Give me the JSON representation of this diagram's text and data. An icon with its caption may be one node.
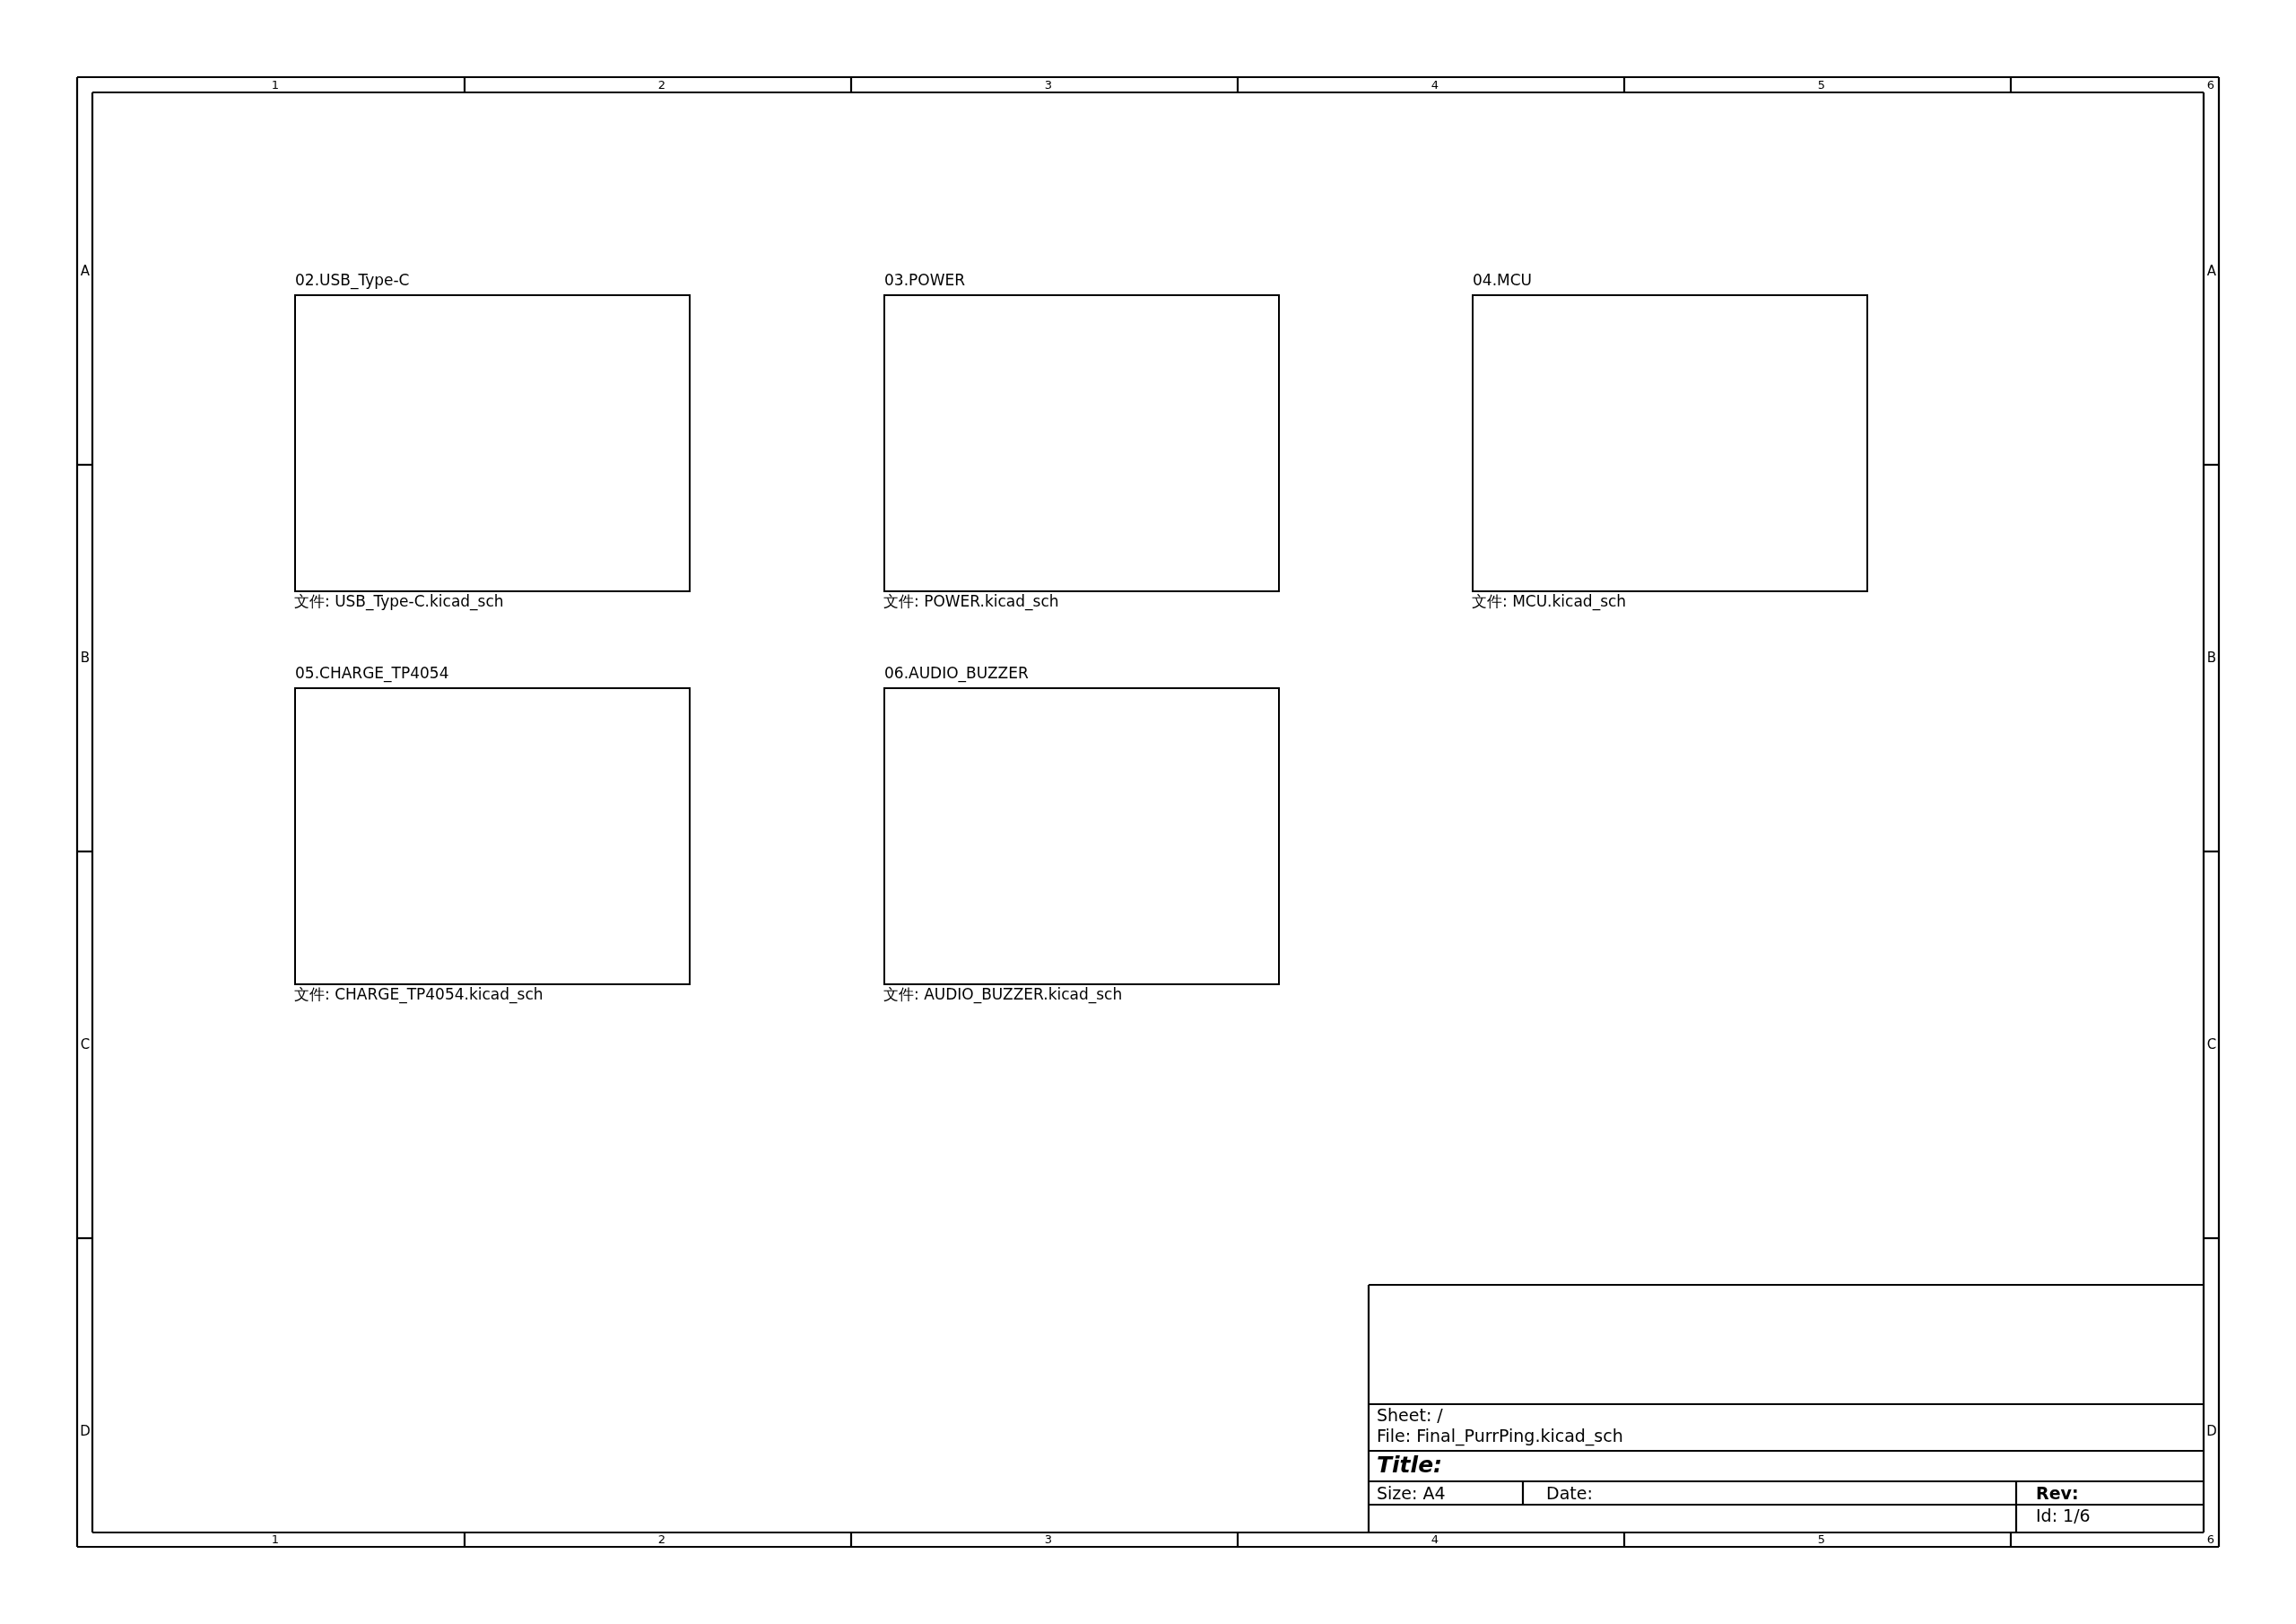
{
  "diagram": {
    "nodes": [
      {
        "text": [
          "02.USB_Type-C",
          "文件: USB_Type-C.kicad_sch"
        ]
      },
      {
        "text": [
          "03.POWER",
          "文件: POWER.kicad_sch"
        ]
      },
      {
        "text": [
          "04.MCU",
          "文件: MCU.kicad_sch"
        ]
      },
      {
        "text": [
          "05.CHARGE_TP4054",
          "文件: CHARGE_TP4054.kicad_sch"
        ]
      },
      {
        "text": [
          "06.AUDIO_BUZZER",
          "文件: AUDIO_BUZZER.kicad_sch"
        ]
      }
    ],
    "labels": [
      "1",
      "2",
      "3",
      "4",
      "5",
      "6",
      "A",
      "A",
      "B",
      "B",
      "C",
      "C",
      "D",
      "D",
      "Sheet: /",
      "File: Final_PurrPing.kicad_sch",
      "Title:",
      "Size: A4",
      "Date:",
      "Rev:",
      "Id: 1/6",
      "1",
      "2",
      "3",
      "4",
      "5",
      "6"
    ]
  }
}
